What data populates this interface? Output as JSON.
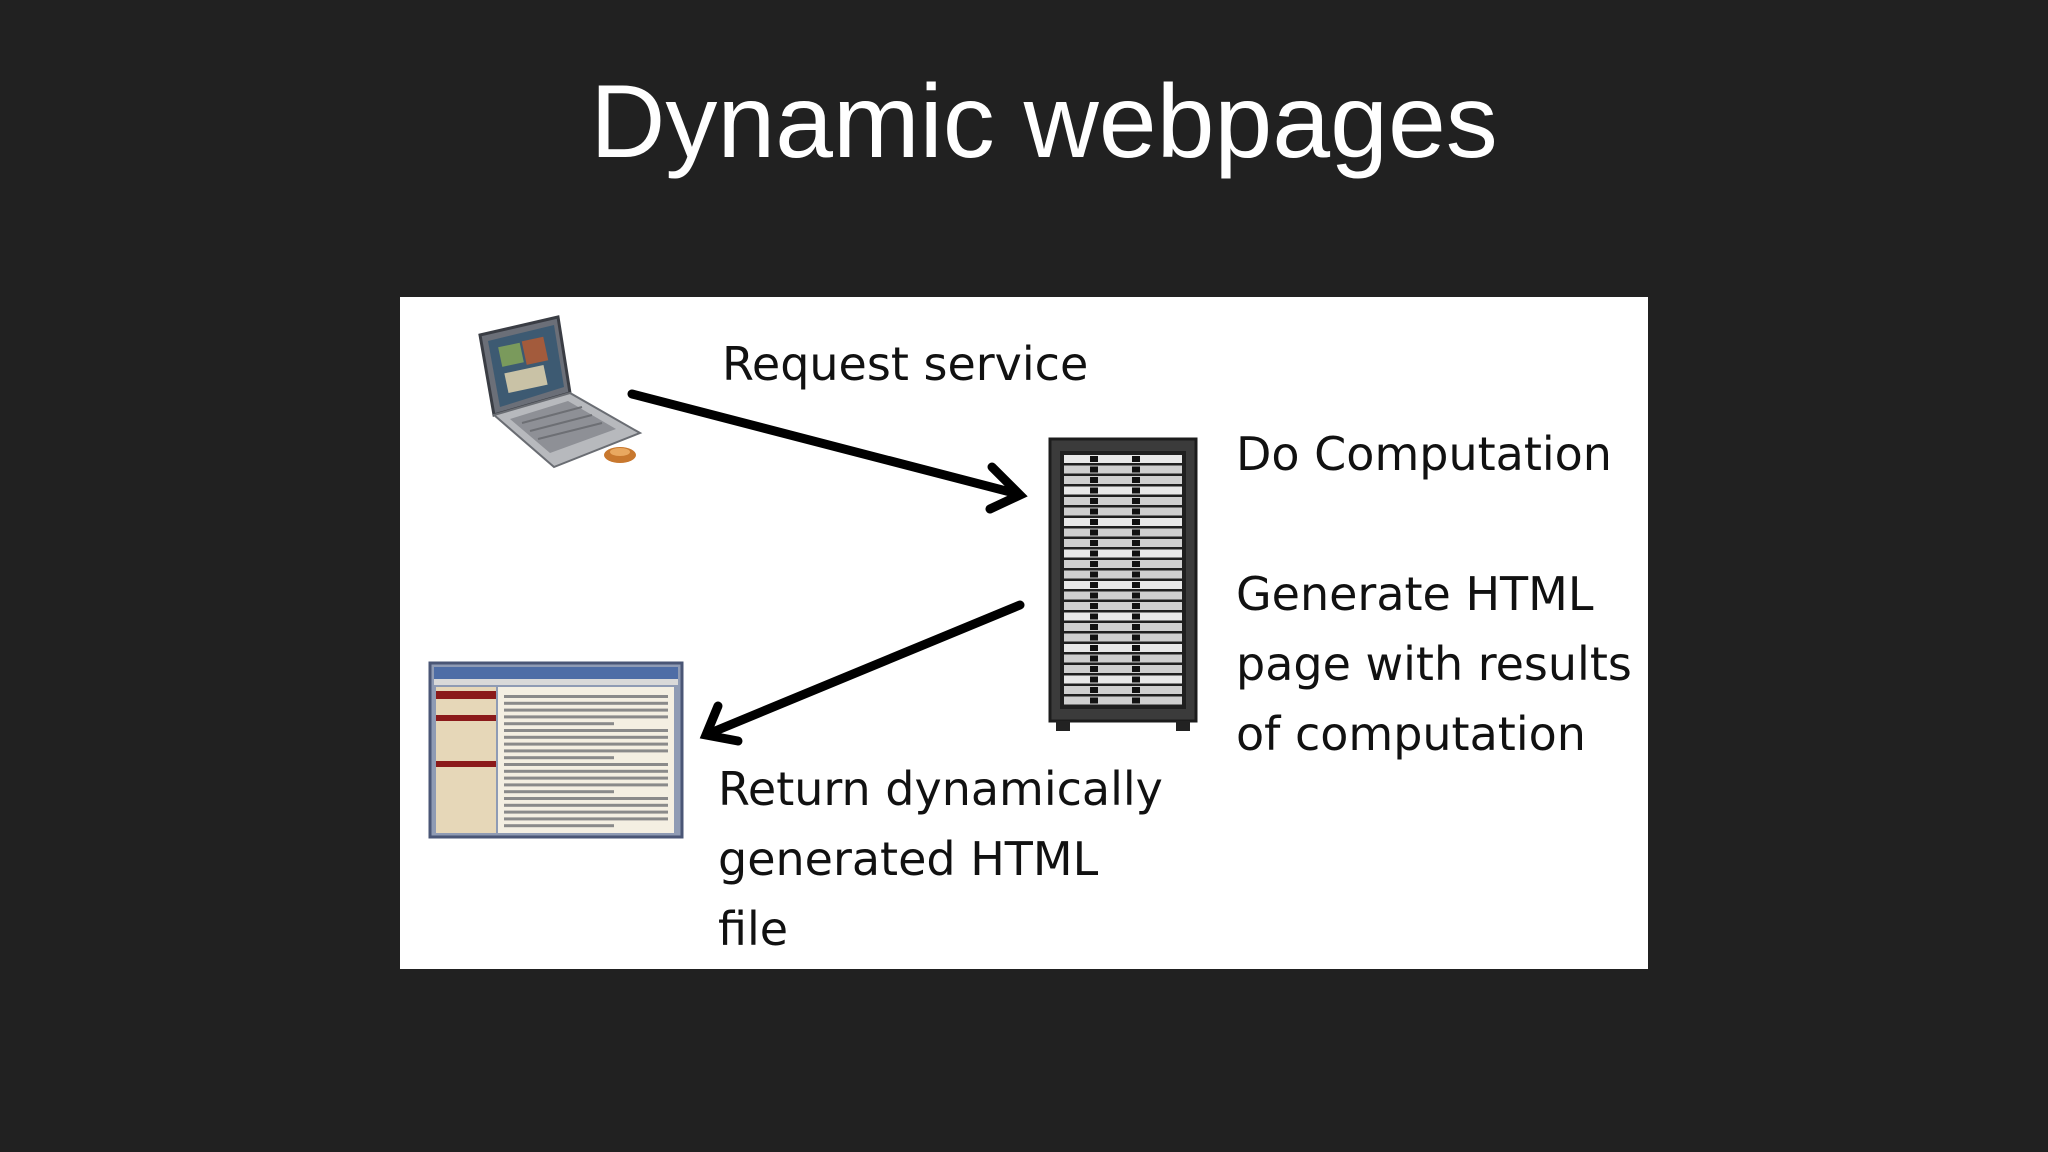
{
  "slide": {
    "title": "Dynamic webpages"
  },
  "diagram": {
    "request_label": "Request service",
    "do_computation_label": "Do Computation",
    "generate_label_lines": [
      "Generate HTML",
      "page with results",
      "of computation"
    ],
    "return_label_lines": [
      "Return dynamically",
      "generated HTML",
      "file"
    ]
  },
  "colors": {
    "background": "#212121",
    "panel": "#ffffff",
    "title_text": "#ffffff",
    "label_text": "#111111",
    "arrow": "#000000",
    "browser_accent": "#8b1a1a"
  },
  "icons": [
    "laptop-icon",
    "server-rack-icon",
    "webpage-icon",
    "arrow-icon"
  ]
}
